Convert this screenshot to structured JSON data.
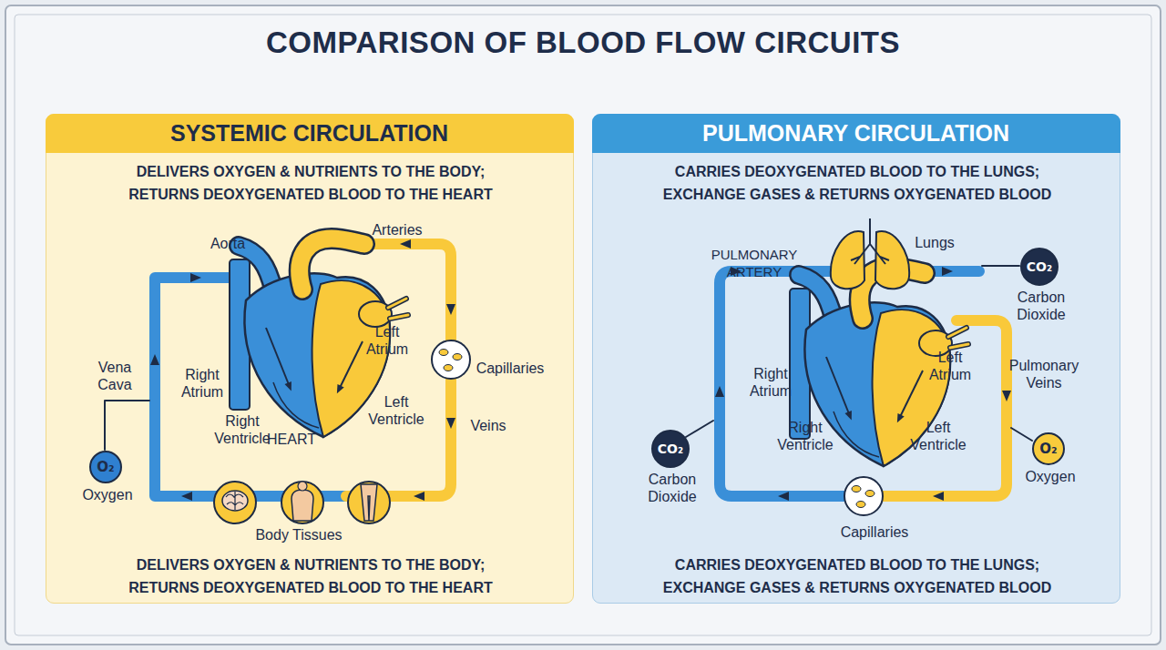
{
  "diagram": {
    "title": "COMPARISON OF BLOOD FLOW CIRCUITS",
    "nodes": [
      {
        "text": [
          "SYSTEMIC CIRCULATION",
          "DELIVERS OXYGEN & NUTRIENTS TO THE BODY; RETURNS DEOXYGENATED BLOOD TO THE HEART",
          "DELIVERS OXYGEN & NUTRIENTS TO THE BODY; RETURNS DEOXYGENATED BLOOD TO THE HEART"
        ]
      },
      {
        "text": [
          "O₂",
          "Oxygen"
        ],
        "in": 0
      },
      {
        "text": [
          "PULMONARY CIRCULATION",
          "CARRIES DEOXYGENATED BLOOD TO THE LUNGS; EXCHANGE GASES & RETURNS OXYGENATED BLOOD",
          "CARRIES DEOXYGENATED BLOOD TO THE LUNGS; EXCHANGE GASES & RETURNS OXYGENATED BLOOD"
        ]
      },
      {
        "text": [
          "CO₂",
          "Carbon Dioxide"
        ],
        "in": 2
      },
      {
        "text": [
          "CO₂",
          "Carbon Dioxide"
        ],
        "in": 2
      },
      {
        "text": [
          "O₂",
          "Oxygen"
        ],
        "in": 2
      }
    ],
    "labels": [
      "Aorta",
      "Arteries",
      "Left Atrium",
      "Capillaries",
      "Vena Cava",
      "Right Atrium",
      "Left Ventricle",
      "Veins",
      "Right Ventricle",
      "HEART",
      "Body Tissues",
      "PULMONARY ARTERY",
      "Lungs",
      "Left Atrium",
      "Pulmonary Veins",
      "Right Atrium",
      "Right Ventricle",
      "Left Ventricle",
      "Capillaries"
    ]
  }
}
